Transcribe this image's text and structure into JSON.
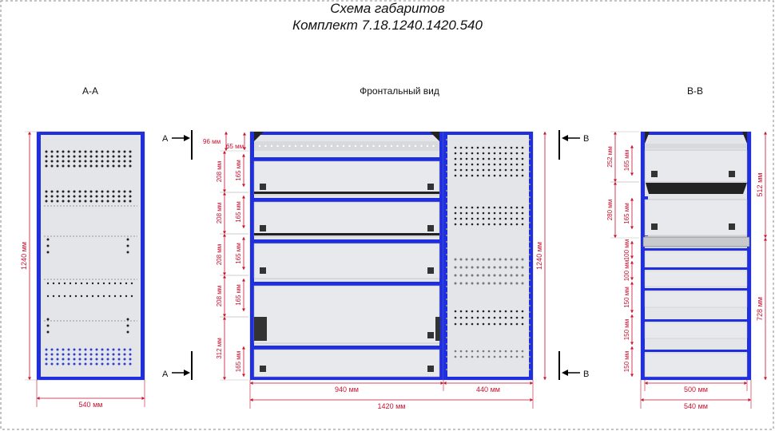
{
  "title": {
    "line1": "Схема габаритов",
    "line2": "Комплект 7.18.1240.1420.540"
  },
  "views": {
    "section_a": "А-А",
    "front": "Фронтальный вид",
    "section_b": "В-В"
  },
  "section_markers": {
    "a_top": "А",
    "a_bottom": "А",
    "b_top": "В",
    "b_bottom": "В"
  },
  "dims": {
    "aa_height": "1240 мм",
    "aa_width": "540 мм",
    "front_outer": [
      "96 мм",
      "208 мм",
      "208 мм",
      "208 мм",
      "208 мм",
      "312 мм"
    ],
    "front_inner": [
      "65 мм",
      "165 мм",
      "165 мм",
      "165 мм",
      "165 мм",
      "165 мм"
    ],
    "front_height": "1240 мм",
    "front_w_left": "940 мм",
    "front_w_right": "440 мм",
    "front_w_total": "1420 мм",
    "bb_outer": [
      "252 мм",
      "280 мм"
    ],
    "bb_inner": [
      "165 мм",
      "165 мм",
      "100 мм",
      "100 мм",
      "150 мм",
      "150 мм",
      "150 мм"
    ],
    "bb_upper": "512 мм",
    "bb_lower": "728 мм",
    "bb_inner_width": "500 мм",
    "bb_width": "540 мм"
  },
  "colors": {
    "frame": "#1f2fe0",
    "panel": "#e4e5e8",
    "dimension": "#c8102e"
  }
}
